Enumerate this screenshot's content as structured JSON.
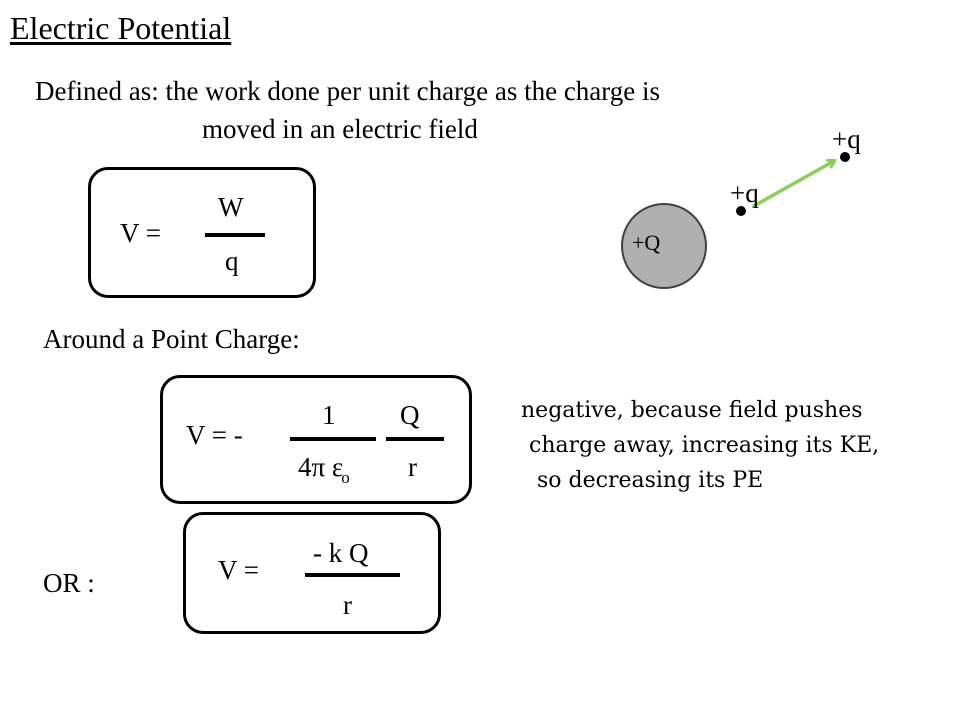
{
  "title": "Electric Potential",
  "definition": {
    "line1": "Defined as: the work done per unit charge as the charge is",
    "line2": "moved in an electric field"
  },
  "formula1": {
    "lhs": "V  =",
    "numerator": "W",
    "denominator": "q"
  },
  "diagram": {
    "source_charge": "+Q",
    "test_charge_start": "+q",
    "test_charge_end": "+q",
    "colors": {
      "sphere_fill": "#b0b0b0",
      "arrow": "#8cce58"
    }
  },
  "point_charge_heading": "Around a Point Charge:",
  "formula2": {
    "lhs": "V  =  -",
    "numerator1": "1",
    "denominator1": "4π ε",
    "denominator1_sub": "o",
    "numerator2": "Q",
    "denominator2": "r"
  },
  "note": {
    "line1": "negative, because field pushes",
    "line2": "charge away, increasing its KE,",
    "line3": "so decreasing its PE"
  },
  "or_label": "OR :",
  "formula3": {
    "lhs": "V  =",
    "numerator": "- k Q",
    "denominator": "r"
  }
}
